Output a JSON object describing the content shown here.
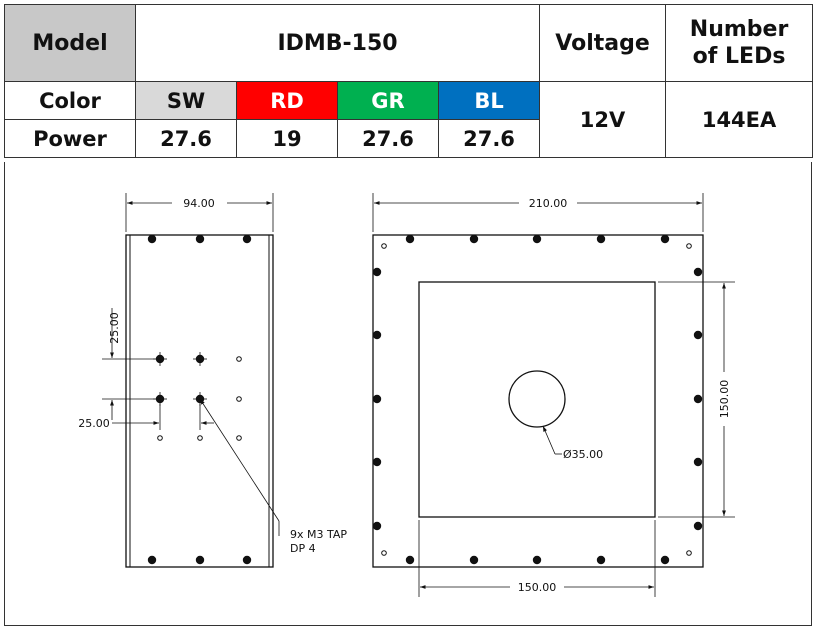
{
  "spec": {
    "model_label": "Model",
    "model_value": "IDMB-150",
    "voltage_label": "Voltage",
    "voltage_value": "12V",
    "leds_label_line1": "Number",
    "leds_label_line2": "of LEDs",
    "leds_value": "144EA",
    "color_label": "Color",
    "power_label": "Power",
    "channels": [
      {
        "name": "SW",
        "power": "27.6",
        "color": "#d9d9d9"
      },
      {
        "name": "RD",
        "power": "19",
        "color": "#ff0000"
      },
      {
        "name": "GR",
        "power": "27.6",
        "color": "#00b050"
      },
      {
        "name": "BL",
        "power": "27.6",
        "color": "#0070c0"
      }
    ]
  },
  "drawing": {
    "side_width": "94.00",
    "pitch_vertical": "25.00",
    "pitch_horizontal": "25.00",
    "tap_note_line1": "9x M3 TAP",
    "tap_note_line2": "DP 4",
    "front_width": "210.00",
    "emit_height": "150.00",
    "emit_width": "150.00",
    "hole_dia": "Ø35.00"
  }
}
